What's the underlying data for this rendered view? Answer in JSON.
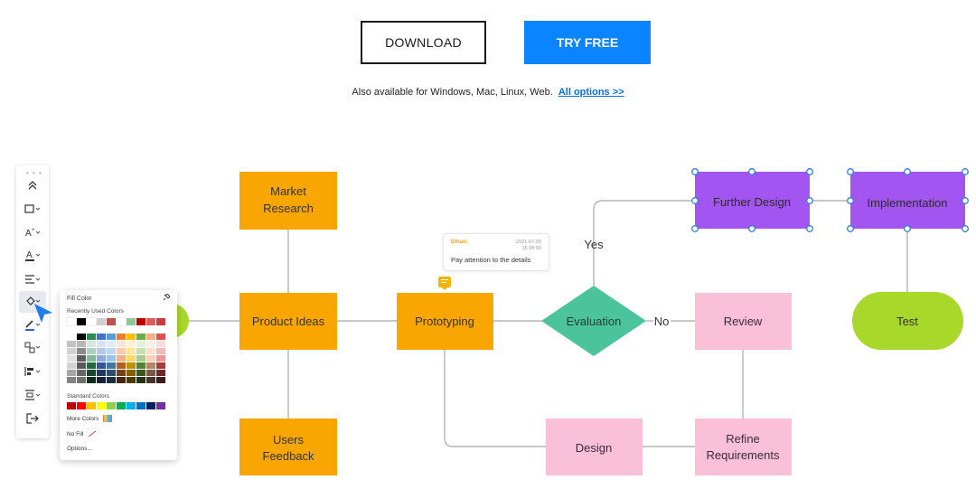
{
  "header": {
    "download_label": "DOWNLOAD",
    "try_label": "TRY FREE",
    "availability_text": "Also available for Windows, Mac, Linux, Web.",
    "all_options_link": "All options >>"
  },
  "flowchart": {
    "nodes": {
      "market_research": [
        "Market",
        "Research"
      ],
      "product_ideas": "Product Ideas",
      "users_feedback": [
        "Users",
        "Feedback"
      ],
      "prototyping": "Prototyping",
      "evaluation": "Evaluation",
      "further_design": "Further Design",
      "implementation": "Implementation",
      "review": "Review",
      "test": "Test",
      "design": "Design",
      "refine_requirements": [
        "Refine",
        "Requirements"
      ]
    },
    "edge_labels": {
      "yes": "Yes",
      "no": "No"
    },
    "colors": {
      "orange": "#f9a603",
      "green": "#4cc49b",
      "purple": "#a355f2",
      "pink": "#f9c0d8",
      "lime": "#a8d82a",
      "line": "#a8a8a8",
      "handle": "#2f7fe6"
    }
  },
  "comment": {
    "author": "Ethan:",
    "date_line1": "2021-07-09",
    "date_line2": "15:28:00",
    "message": "Pay attention to the details"
  },
  "toolbar": {
    "icons": [
      "collapse-icon",
      "shape-icon",
      "text-style-icon",
      "font-color-icon",
      "align-icon",
      "fill-color-icon",
      "line-color-icon",
      "connector-icon",
      "arrange-icon",
      "distribute-icon",
      "export-icon"
    ]
  },
  "fill_panel": {
    "title": "Fill Color",
    "recent_label": "Recently Used Colors",
    "recent_colors": [
      "#ffffff",
      "#000000",
      "#ffffff",
      "#d0d0d0",
      "#c0504d",
      "#ffffff",
      "#8fc79b",
      "#c00000",
      "#e05a5a",
      "#cc3b3b"
    ],
    "theme_top": [
      "#ffffff",
      "#000000",
      "#2e8b57",
      "#4472c4",
      "#5b9bd5",
      "#ed7d31",
      "#ffc000",
      "#70ad47",
      "#f4b183",
      "#e05050"
    ],
    "standard_label": "Standard Colors",
    "standard_colors": [
      "#c00000",
      "#ff0000",
      "#ffc000",
      "#ffff00",
      "#92d050",
      "#00b050",
      "#00b0f0",
      "#0070c0",
      "#002060",
      "#7030a0"
    ],
    "more_colors": "More Colors",
    "no_fill": "No Fill",
    "options": "Options..."
  }
}
